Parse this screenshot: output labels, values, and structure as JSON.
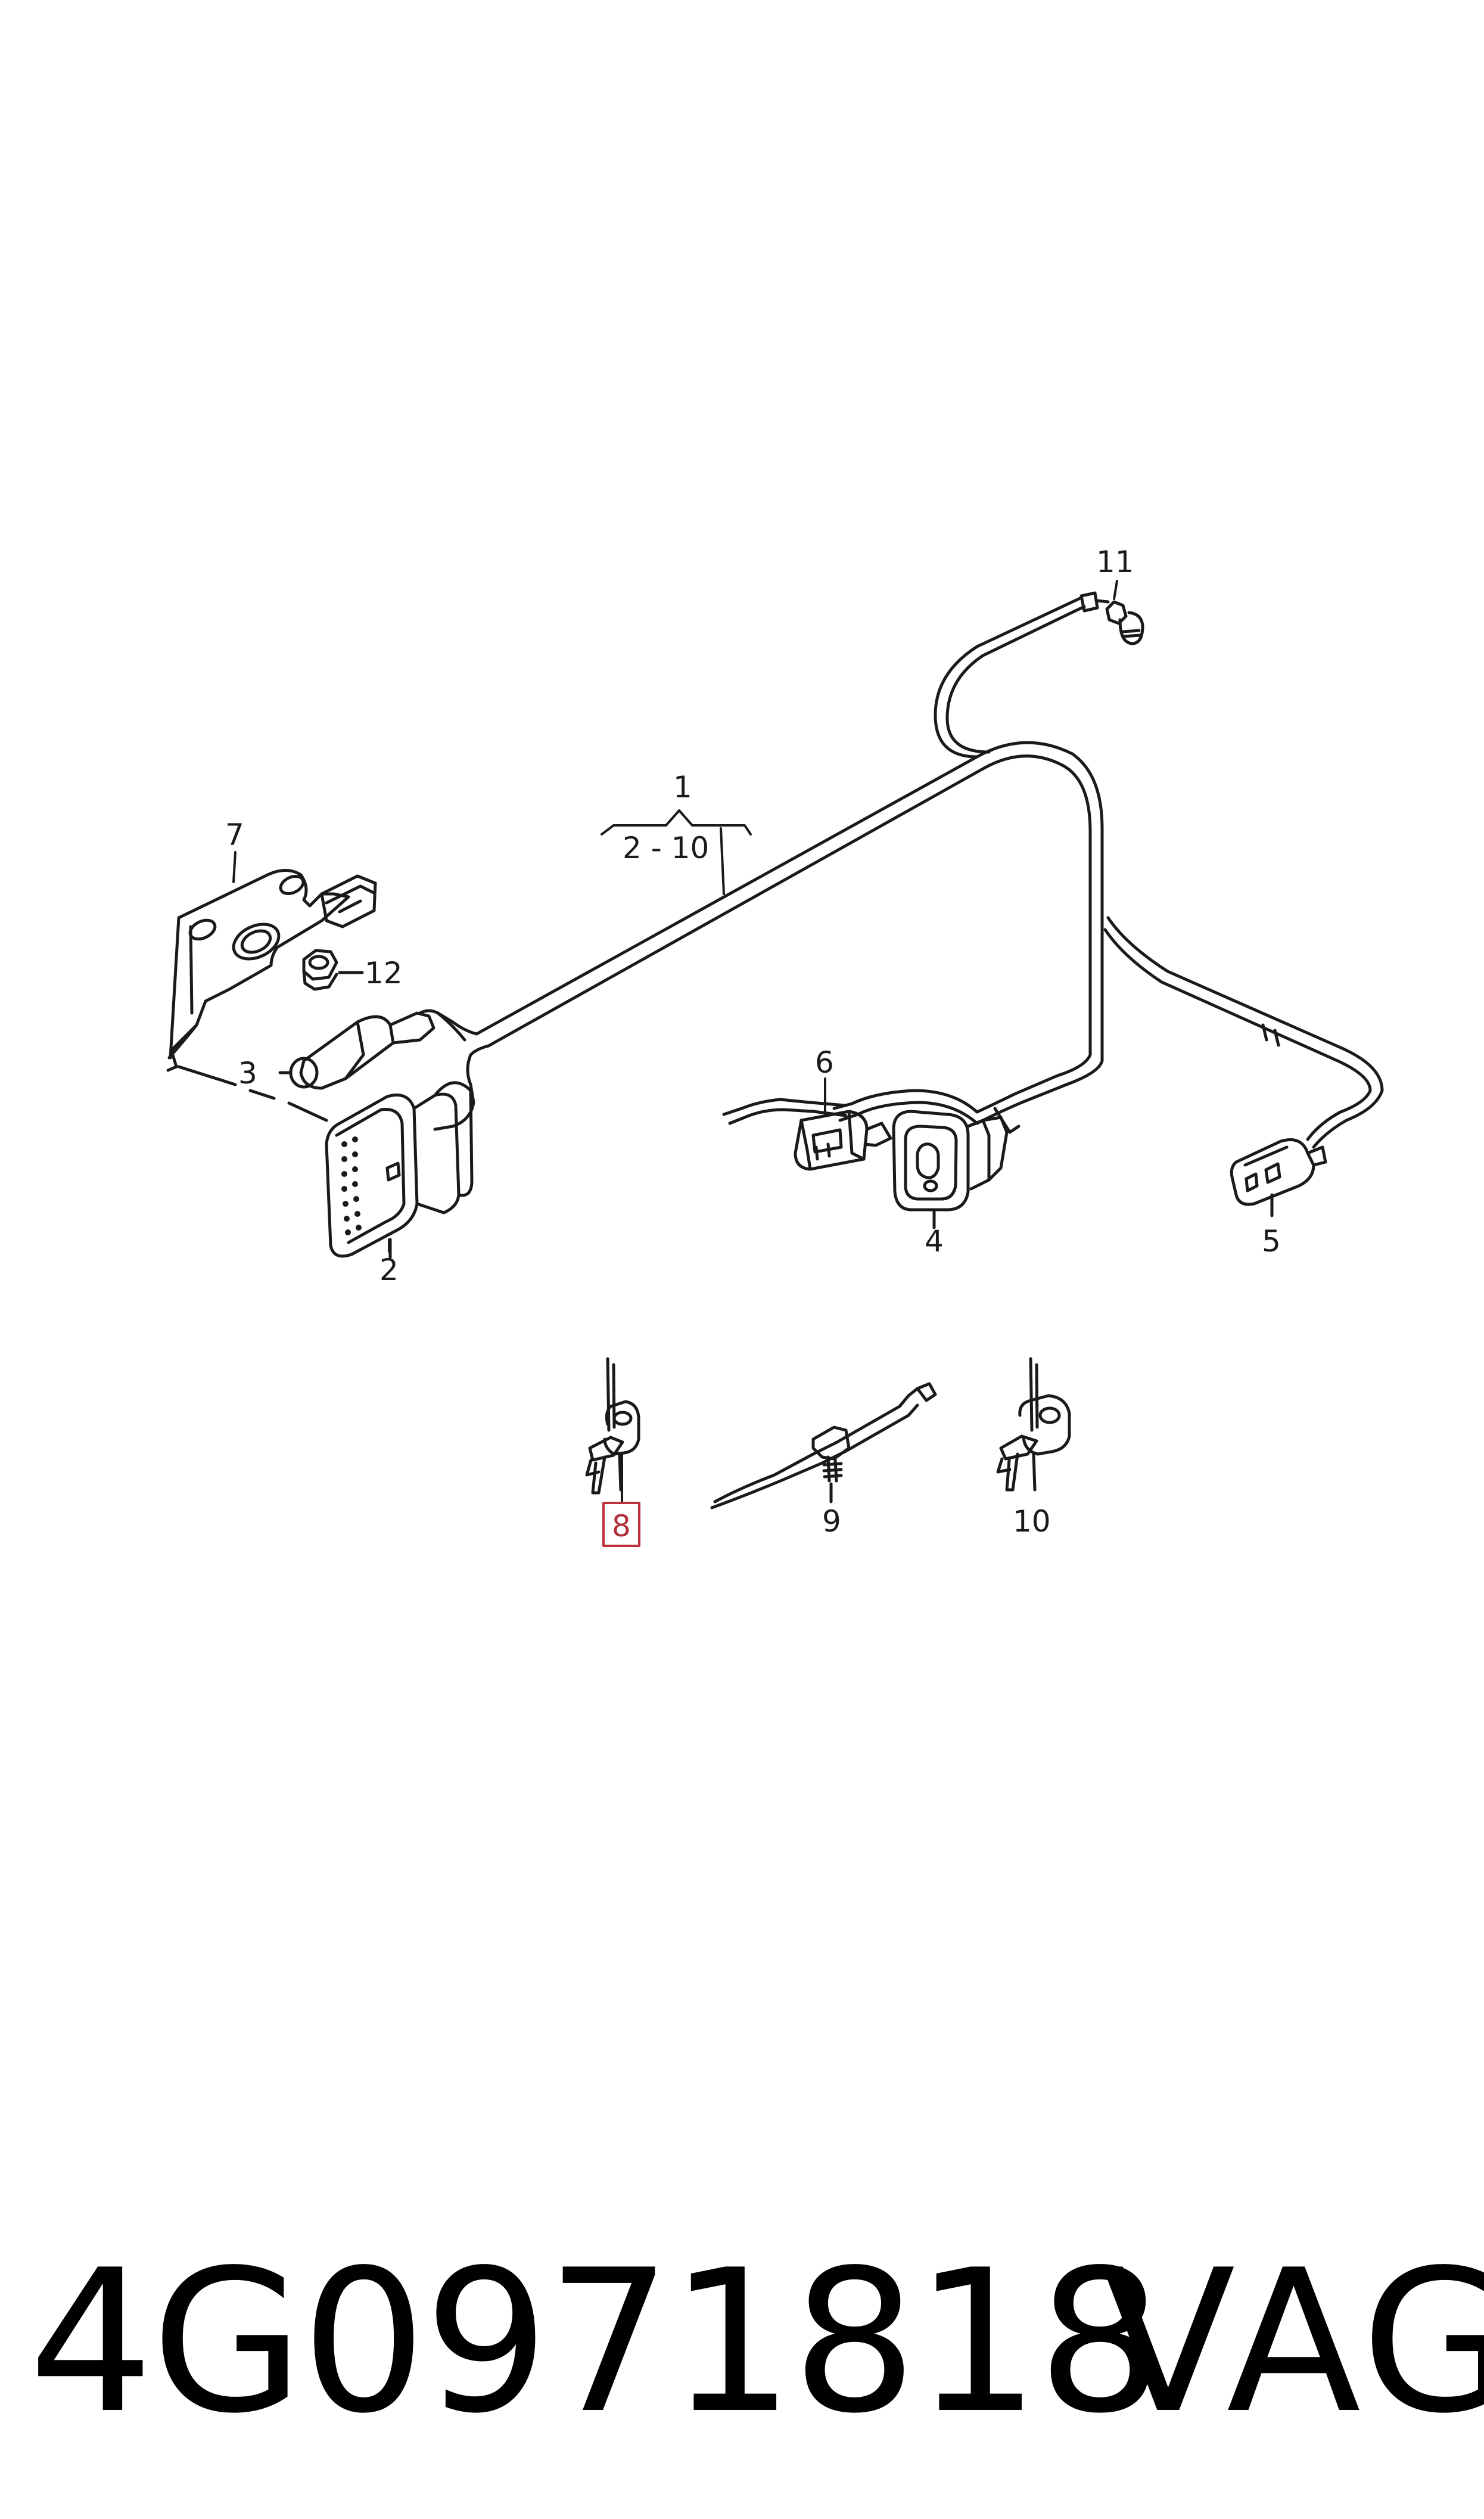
{
  "diagram": {
    "callouts": {
      "c1": "1",
      "c1_range": "2 - 10",
      "c2": "2",
      "c3": "3",
      "c4": "4",
      "c5": "5",
      "c6": "6",
      "c7": "7",
      "c8": "8",
      "c9": "9",
      "c10": "10",
      "c11": "11",
      "c12": "12"
    },
    "highlighted_callout": "8",
    "colors": {
      "line": "#1a1a1a",
      "highlight": "#c0303a",
      "background": "#ffffff"
    }
  },
  "footer": {
    "part_number": "4G0971818",
    "brand": "VAG"
  }
}
